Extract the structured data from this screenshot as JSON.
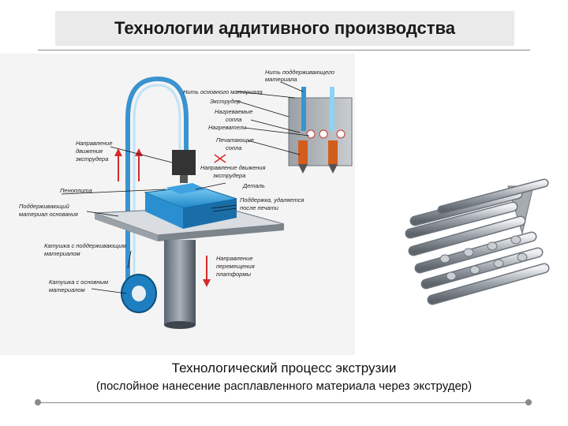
{
  "slide": {
    "title": "Технологии аддитивного производства",
    "caption_main": "Технологический процесс экструзии",
    "caption_sub": "(послойное нанесение расплавленного материала через экструдер)"
  },
  "diagram": {
    "labels": {
      "support_filament": "Нить поддерживающего",
      "support_filament_2": "материала",
      "main_filament": "Нить основного материала",
      "extruder": "Экструдер",
      "heated_nozzles": "Нагреваемые",
      "heated_nozzles_2": "сопла",
      "heaters": "Нагреватели",
      "print_nozzles": "Печатающие",
      "print_nozzles_2": "сопла",
      "extruder_motion": "Направление движения",
      "extruder_motion_2": "экструдера",
      "motion_dir": "Направление",
      "motion_dir_2": "движения",
      "motion_dir_3": "экструдера",
      "part": "Деталь",
      "support_removed": "Поддержка, удаляется",
      "support_removed_2": "после печати",
      "foam": "Пеноплита",
      "support_material_layer": "Поддерживающий",
      "support_material_layer_2": "материал основания",
      "support_spool": "Катушка с поддерживающим",
      "support_spool_2": "материалом",
      "main_spool": "Катушка с основным",
      "main_spool_2": "материалом",
      "platform_motion": "Направление",
      "platform_motion_2": "перемещения",
      "platform_motion_3": "платформы"
    }
  }
}
